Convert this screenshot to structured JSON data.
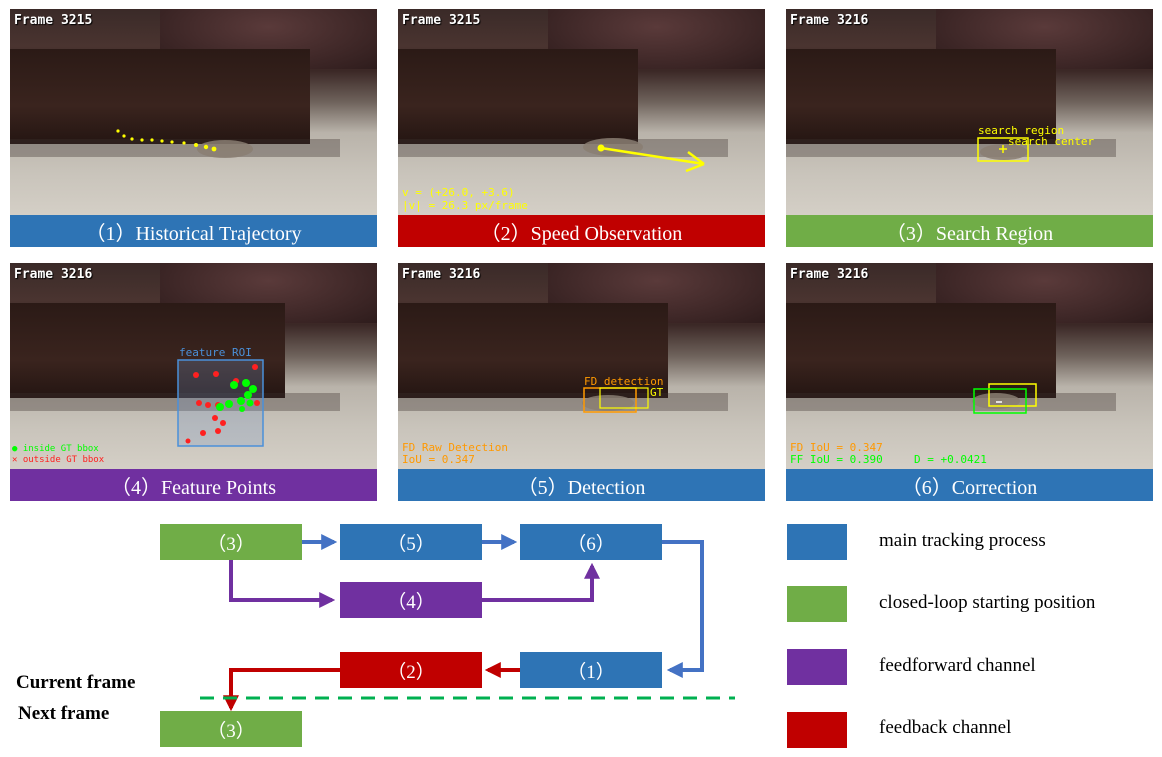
{
  "colors": {
    "blue": "#2e74b5",
    "green": "#70ad47",
    "purple": "#7030a0",
    "red": "#c00000",
    "yellow": "#ffff00",
    "orange": "#ff9900",
    "bright_green": "#00ff00",
    "light_blue": "#4a90d9",
    "dashed_green": "#00b050"
  },
  "panels": [
    {
      "frame": "Frame 3215",
      "caption": "（1）Historical Trajectory"
    },
    {
      "frame": "Frame 3215",
      "caption": "（2）Speed Observation",
      "v_line": "v = (+26.0, +3.6)",
      "mag_line": "|v| = 26.3 px/frame"
    },
    {
      "frame": "Frame 3216",
      "caption": "（3）Search Region",
      "region_label": "search region",
      "center_label": "search center"
    },
    {
      "frame": "Frame 3216",
      "caption": "（4）Feature Points",
      "roi_label": "feature ROI",
      "inside_label": "inside GT bbox",
      "outside_label": "outside GT bbox"
    },
    {
      "frame": "Frame 3216",
      "caption": "（5）Detection",
      "det_label": "FD detection",
      "gt_label": "GT",
      "raw_label": "FD Raw Detection",
      "iou_label": "IoU = 0.347"
    },
    {
      "frame": "Frame 3216",
      "caption": "（6）Correction",
      "fd_iou": "FD IoU = 0.347",
      "ff_iou": "FF IoU = 0.390",
      "delta": "D = +0.0421"
    }
  ],
  "flow": {
    "box_3_top": "（3）",
    "box_5": "（5）",
    "box_6": "（6）",
    "box_4": "（4）",
    "box_2": "（2）",
    "box_1": "（1）",
    "box_3_bottom": "（3）",
    "current_frame": "Current frame",
    "next_frame": "Next frame"
  },
  "legend": [
    {
      "label": "main tracking process",
      "color": "#2e74b5"
    },
    {
      "label": "closed-loop starting position",
      "color": "#70ad47"
    },
    {
      "label": "feedforward channel",
      "color": "#7030a0"
    },
    {
      "label": "feedback channel",
      "color": "#c00000"
    }
  ]
}
